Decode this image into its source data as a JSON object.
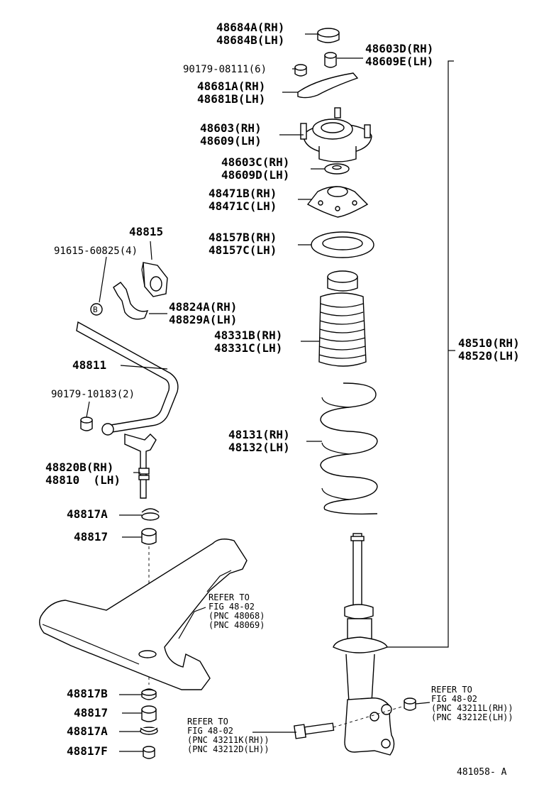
{
  "labels": {
    "l48684": [
      "48684A(RH)",
      "48684B(LH)"
    ],
    "l48603d": [
      "48603D(RH)",
      "48609E(LH)"
    ],
    "l90179a": "90179-08111(6)",
    "l48681": [
      "48681A(RH)",
      "48681B(LH)"
    ],
    "l48603": [
      "48603(RH)",
      "48609(LH)"
    ],
    "l48603c": [
      "48603C(RH)",
      "48609D(LH)"
    ],
    "l48471": [
      "48471B(RH)",
      "48471C(LH)"
    ],
    "l48815": "48815",
    "l91615": "91615-60825(4)",
    "l48157": [
      "48157B(RH)",
      "48157C(LH)"
    ],
    "l48824": [
      "48824A(RH)",
      "48829A(LH)"
    ],
    "l48331": [
      "48331B(RH)",
      "48331C(LH)"
    ],
    "l48510": [
      "48510(RH)",
      "48520(LH)"
    ],
    "l48811": "48811",
    "l90179b": "90179-10183(2)",
    "l48131": [
      "48131(RH)",
      "48132(LH)"
    ],
    "l48820": [
      "48820B(RH)",
      "48810  (LH)"
    ],
    "l48817a1": "48817A",
    "l48817_1": "48817",
    "l48817b": "48817B",
    "l48817_2": "48817",
    "l48817a2": "48817A",
    "l48817f": "48817F",
    "figcode": "481058- A"
  },
  "refs": {
    "arm": [
      "REFER TO",
      "FIG 48-02",
      "(PNC 48068)",
      "(PNC 48069)"
    ],
    "bolt": [
      "REFER TO",
      "FIG 48-02",
      "(PNC 43211K(RH))",
      "(PNC 43212D(LH))"
    ],
    "nut": [
      "REFER TO",
      "FIG 48-02",
      "(PNC 43211L(RH))",
      "(PNC 43212E(LH))"
    ]
  },
  "symbol": "B"
}
